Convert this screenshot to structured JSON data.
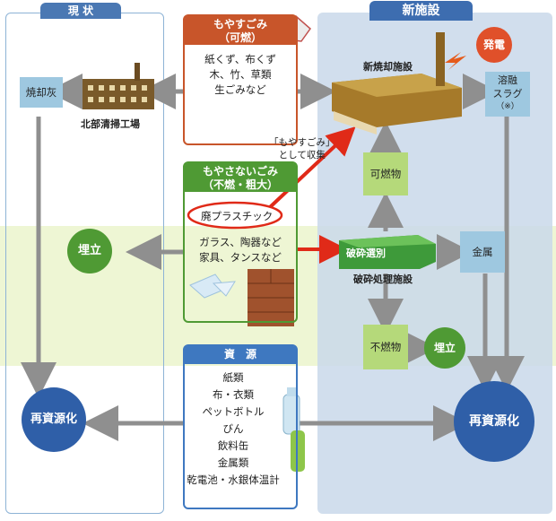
{
  "sections": {
    "current": "現 状",
    "new_facility": "新施設"
  },
  "burnable": {
    "title": "もやすごみ",
    "subtitle": "（可燃）",
    "items": [
      "紙くず、布くず",
      "木、竹、草類",
      "生ごみなど"
    ]
  },
  "nonburnable": {
    "title": "もやさないごみ",
    "subtitle": "（不燃・粗大）",
    "highlight": "廃プラスチック",
    "items": [
      "ガラス、陶器など",
      "家具、タンスなど"
    ]
  },
  "resources": {
    "title": "資　源",
    "items": [
      "紙類",
      "布・衣類",
      "ペットボトル",
      "びん",
      "飲料缶",
      "金属類",
      "乾電池・水銀体温計"
    ]
  },
  "left": {
    "ash": "焼却灰",
    "plant": "北部清掃工場",
    "landfill": "埋立",
    "recycle": "再資源化"
  },
  "right": {
    "incinerator": "新焼却施設",
    "power": "発電",
    "slag_line1": "溶融",
    "slag_line2": "スラグ",
    "slag_note": "（※）",
    "combustibles": "可燃物",
    "crushing": "破砕選別",
    "crushing_facility": "破砕処理施設",
    "metal": "金属",
    "noncombustibles": "不燃物",
    "landfill": "埋立",
    "recycle": "再資源化"
  },
  "annotation": {
    "line1": "「もやすごみ」",
    "line2": "として収集"
  },
  "colors": {
    "burnable": "#c8552a",
    "nonburnable": "#4f9a34",
    "resources": "#3e78c0",
    "arrow_gray": "#8f8f8f",
    "arrow_red": "#e02a18",
    "recycle_blue": "#2f5fa8",
    "landfill_green": "#4f9a34"
  }
}
